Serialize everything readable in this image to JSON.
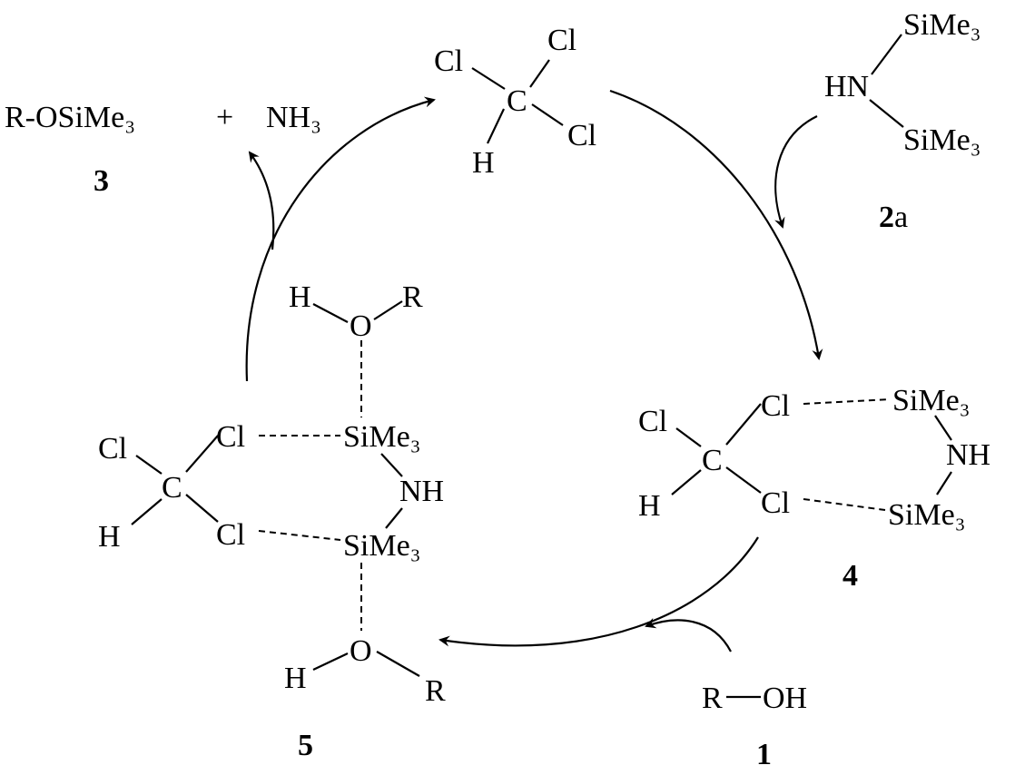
{
  "product": {
    "silyl_ether": "R-OSiMe₃",
    "plus": "+",
    "ammonia": "NH₃",
    "number": "3"
  },
  "chloroform": {
    "cl1": "Cl",
    "cl2": "Cl",
    "cl3": "Cl",
    "c": "C",
    "h": "H"
  },
  "hmds": {
    "si1": "SiMe₃",
    "hn": "HN",
    "si2": "SiMe₃",
    "number": "2",
    "suffix": "a"
  },
  "complex4": {
    "cl_left": "Cl",
    "cl_top": "Cl",
    "c": "C",
    "h": "H",
    "cl_bottom": "Cl",
    "si1": "SiMe₃",
    "nh": "NH",
    "si2": "SiMe₃",
    "number": "4"
  },
  "complex5": {
    "h_top": "H",
    "o_top": "O",
    "r_top": "R",
    "cl_left": "Cl",
    "cl_top": "Cl",
    "c": "C",
    "h": "H",
    "cl_bottom": "Cl",
    "si1": "SiMe₃",
    "nh": "NH",
    "si2": "SiMe₃",
    "o_bottom": "O",
    "h_bottom": "H",
    "r_bottom": "R",
    "number": "5"
  },
  "alcohol": {
    "r": "R",
    "oh": "OH",
    "number": "1"
  }
}
